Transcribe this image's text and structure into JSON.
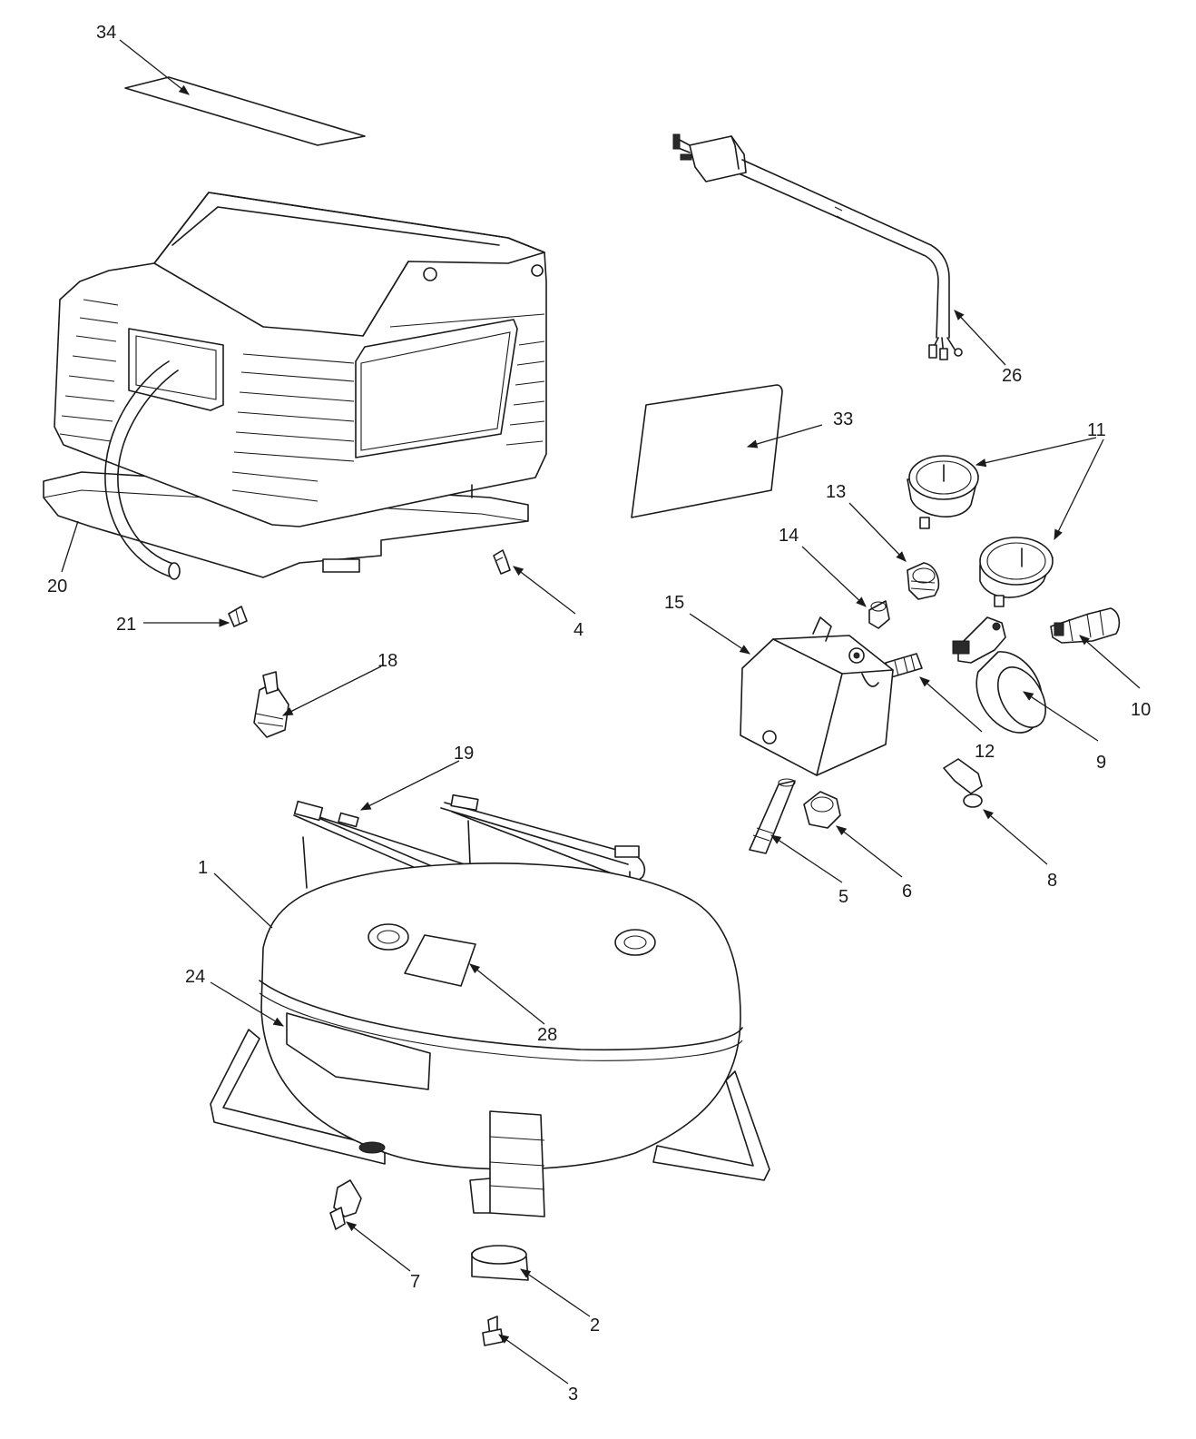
{
  "callouts": {
    "c1": "1",
    "c2": "2",
    "c3": "3",
    "c4": "4",
    "c5": "5",
    "c6": "6",
    "c7": "7",
    "c8": "8",
    "c9": "9",
    "c10": "10",
    "c11": "11",
    "c12": "12",
    "c13": "13",
    "c14": "14",
    "c15": "15",
    "c18": "18",
    "c19": "19",
    "c20": "20",
    "c21": "21",
    "c24": "24",
    "c26": "26",
    "c28": "28",
    "c33": "33",
    "c34": "34"
  }
}
